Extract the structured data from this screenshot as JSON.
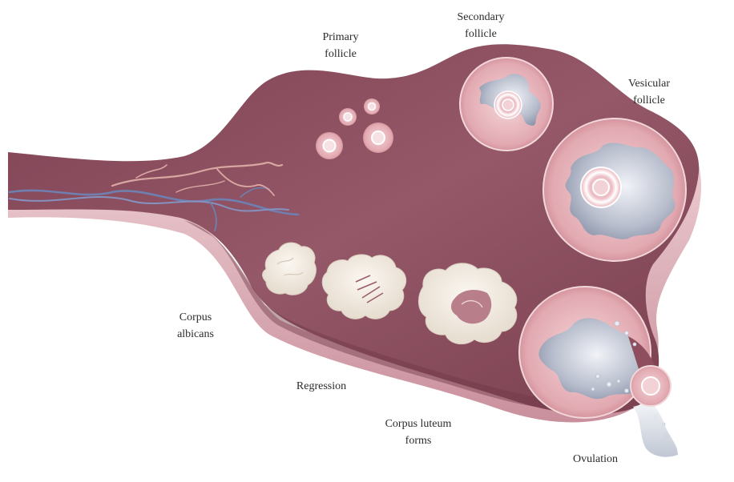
{
  "labels": {
    "primary_follicle": [
      "Primary",
      "follicle"
    ],
    "secondary_follicle": [
      "Secondary",
      "follicle"
    ],
    "vesicular_follicle": [
      "Vesicular",
      "follicle"
    ],
    "corpus_albicans": [
      "Corpus",
      "albicans"
    ],
    "regression": [
      "Regression"
    ],
    "corpus_luteum_forms": [
      "Corpus luteum",
      "forms"
    ],
    "ovulation": [
      "Ovulation"
    ]
  },
  "colors": {
    "ovary_body": "#8e4e5e",
    "ovary_shadow": "#6f3746",
    "ovary_rim": "#c98f9c",
    "follicle_fill": "#e7b7bd",
    "antrum": "#a7afc0",
    "corpus_tissue": "#f3ece4",
    "vessel_blue": "#6f7fb0",
    "vessel_pink": "#d9a7a2"
  }
}
